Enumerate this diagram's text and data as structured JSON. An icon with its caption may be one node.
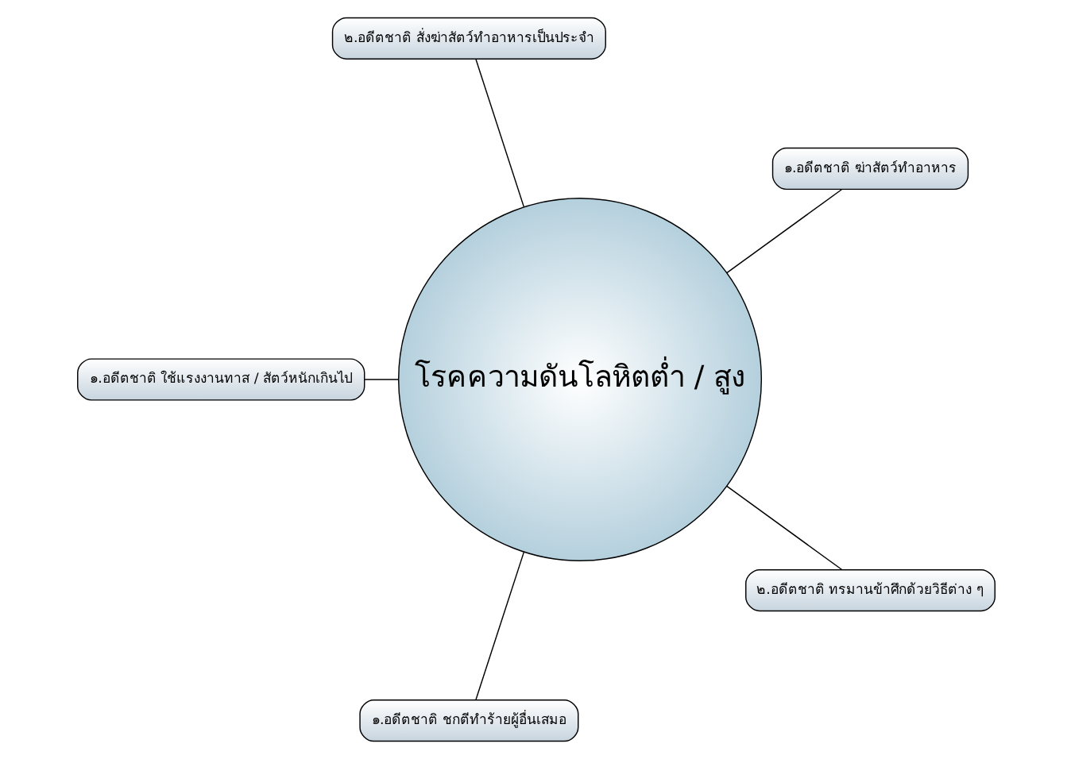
{
  "diagram": {
    "nodes": [
      {
        "text": [
          "๑.อดีตชาติ ฆ่าสัตว์ทำอาหาร"
        ]
      },
      {
        "text": [
          "๒.อดีตชาติ สั่งฆ่าสัตว์ทำอาหารเป็นประจำ"
        ]
      },
      {
        "text": [
          "โรคความดันโลหิตต่ำ / สูง"
        ]
      },
      {
        "text": [
          "๑.อดีตชาติ ใช้แรงงานทาส / สัตว์หนักเกินไป"
        ]
      },
      {
        "text": [
          "๑.อดีตชาติ ชกตีทำร้ายผู้อื่นเสมอ"
        ]
      },
      {
        "text": [
          "๒.อดีตชาติ ทรมานข้าศึกด้วยวิธีต่าง ๆ"
        ]
      }
    ],
    "edges": [
      {
        "from": 2,
        "to": 0,
        "arrow": "none"
      },
      {
        "from": 2,
        "to": 1,
        "arrow": "none"
      },
      {
        "from": 2,
        "to": 3,
        "arrow": "none"
      },
      {
        "from": 2,
        "to": 4,
        "arrow": "none"
      },
      {
        "from": 2,
        "to": 5,
        "arrow": "none"
      }
    ]
  }
}
